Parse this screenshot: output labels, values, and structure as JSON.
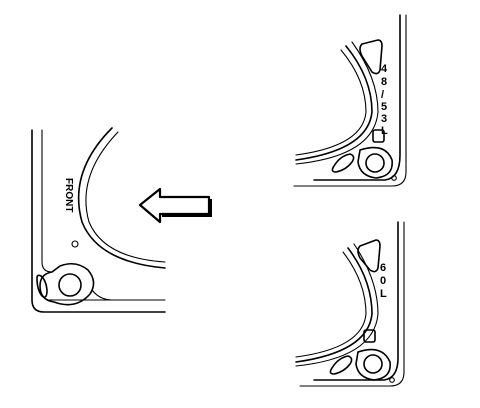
{
  "diagram": {
    "left_gasket": {
      "label": "FRONT"
    },
    "arrow": {
      "direction": "left"
    },
    "top_right_gasket": {
      "engine_label_chars": [
        "4",
        "8",
        "/",
        "5",
        "3",
        "L"
      ]
    },
    "bottom_right_gasket": {
      "engine_label_chars": [
        "6",
        "0",
        "L"
      ]
    }
  }
}
